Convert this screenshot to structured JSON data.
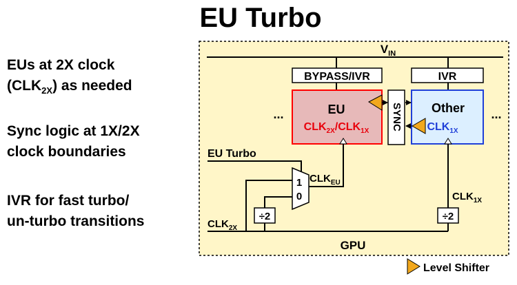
{
  "slide": {
    "title": "EU Turbo",
    "bullets": [
      {
        "line1": "EUs at 2X clock",
        "line2_pre": "(CLK",
        "line2_sub": "2X",
        "line2_post": ") as needed"
      },
      {
        "line1": "Sync logic at 1X/2X",
        "line2": "clock boundaries"
      },
      {
        "line1": "IVR for fast turbo/",
        "line2": "un-turbo transitions"
      }
    ]
  },
  "diagram": {
    "vin_main": "V",
    "vin_sub": "IN",
    "bypass_ivr": "BYPASS/IVR",
    "ivr": "IVR",
    "eu_label": "EU",
    "eu_clk_a": "CLK",
    "eu_clk_a_sub": "2X",
    "eu_clk_sep": "/CLK",
    "eu_clk_b_sub": "1X",
    "other_label": "Other",
    "other_clk": "CLK",
    "other_clk_sub": "1X",
    "sync": "SYNC",
    "ellipsis": "...",
    "eu_turbo": "EU Turbo",
    "mux_1": "1",
    "mux_0": "0",
    "clk_eu": "CLK",
    "clk_eu_sub": "EU",
    "clk_1x": "CLK",
    "clk_1x_sub": "1X",
    "clk_2x": "CLK",
    "clk_2x_sub": "2X",
    "div2": "÷2",
    "gpu": "GPU",
    "legend": "Level Shifter"
  },
  "colors": {
    "background": "#fff6c8",
    "eu_fill": "#e7b9b9",
    "eu_border": "#ff0000",
    "eu_clk_text": "#e8000b",
    "other_fill": "#dcefff",
    "other_border": "#1f3fd8",
    "other_clk_text": "#1f3fd8",
    "level_shifter": "#f2a81d"
  }
}
